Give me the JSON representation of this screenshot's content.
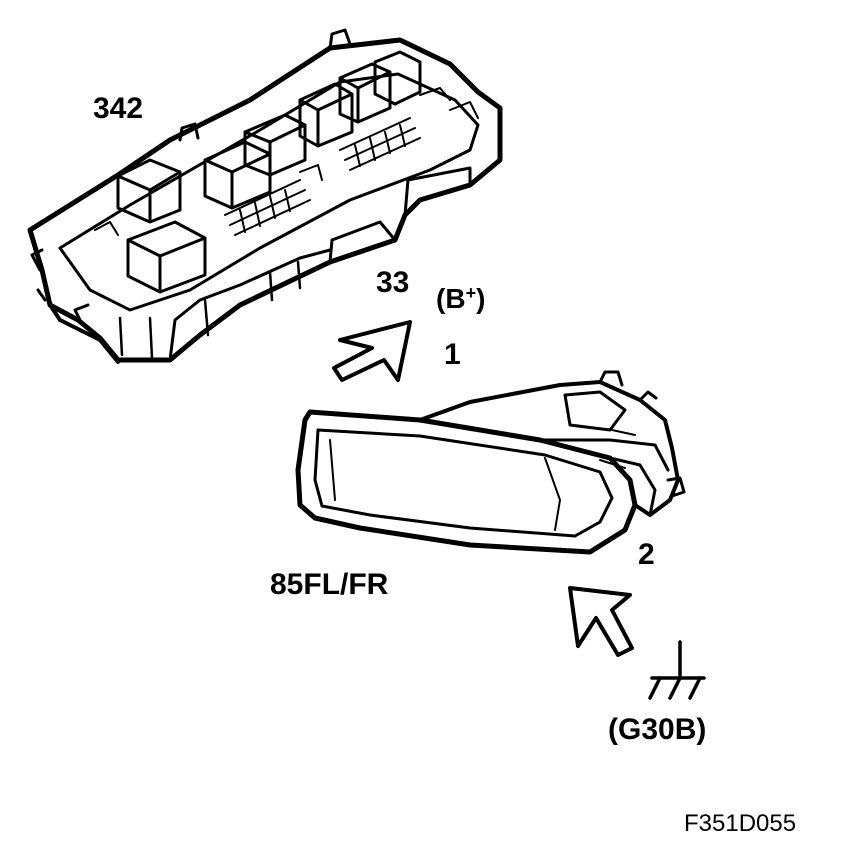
{
  "labels": {
    "fuse_box": "342",
    "power_connector": "33",
    "b_plus_base": "B",
    "b_plus_sup": "+",
    "arrow_1": "1",
    "fog_lamp": "85FL/FR",
    "arrow_2": "2",
    "ground": "(G30B)",
    "figure_code": "F351D055"
  },
  "colors": {
    "line": "#000000",
    "background": "#ffffff"
  }
}
